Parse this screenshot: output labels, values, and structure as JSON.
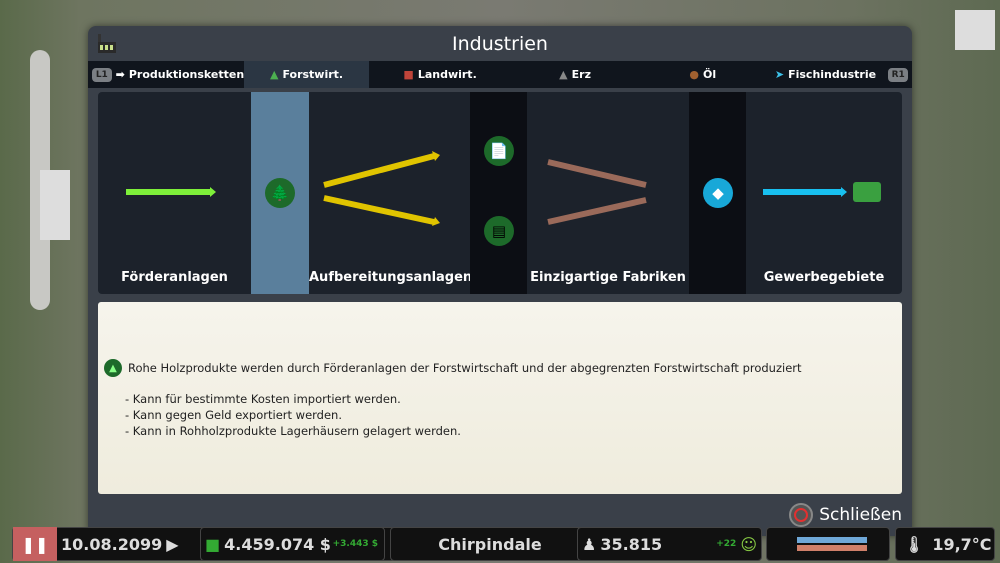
{
  "window": {
    "title": "Industrien"
  },
  "tabs": [
    {
      "label": "Produktionsketten",
      "icon": "arrow-right-icon"
    },
    {
      "label": "Forstwirt.",
      "icon": "tree-icon",
      "active": true
    },
    {
      "label": "Landwirt.",
      "icon": "tractor-icon"
    },
    {
      "label": "Erz",
      "icon": "ore-icon"
    },
    {
      "label": "Öl",
      "icon": "oil-drop-icon"
    },
    {
      "label": "Fischindustrie",
      "icon": "fish-icon"
    }
  ],
  "shoulder": {
    "left": "L1",
    "right": "R1"
  },
  "chain": {
    "stages": [
      "Förderanlagen",
      "Aufbereitungsanlagen",
      "Einzigartige Fabriken",
      "Gewerbegebiete"
    ],
    "colors": {
      "extract": "#7ef03a",
      "process": "#e0c400",
      "unique": "#9a6a5a",
      "commercial": "#18c0f0",
      "selected": "#5a7f9c"
    }
  },
  "info": {
    "headline": "Rohe Holzprodukte werden durch Förderanlagen der Forstwirtschaft und der abgegrenzten Forstwirtschaft produziert",
    "bullets": [
      "- Kann für bestimmte Kosten importiert werden.",
      "- Kann gegen Geld exportiert werden.",
      "- Kann in Rohholzprodukte Lagerhäusern gelagert werden."
    ]
  },
  "close_label": "Schließen",
  "statusbar": {
    "date": "10.08.2099",
    "money": "4.459.074 $",
    "income": "+3.443 $",
    "city": "Chirpindale",
    "population": "35.815",
    "pop_change": "+22",
    "temperature": "19,7°C"
  }
}
